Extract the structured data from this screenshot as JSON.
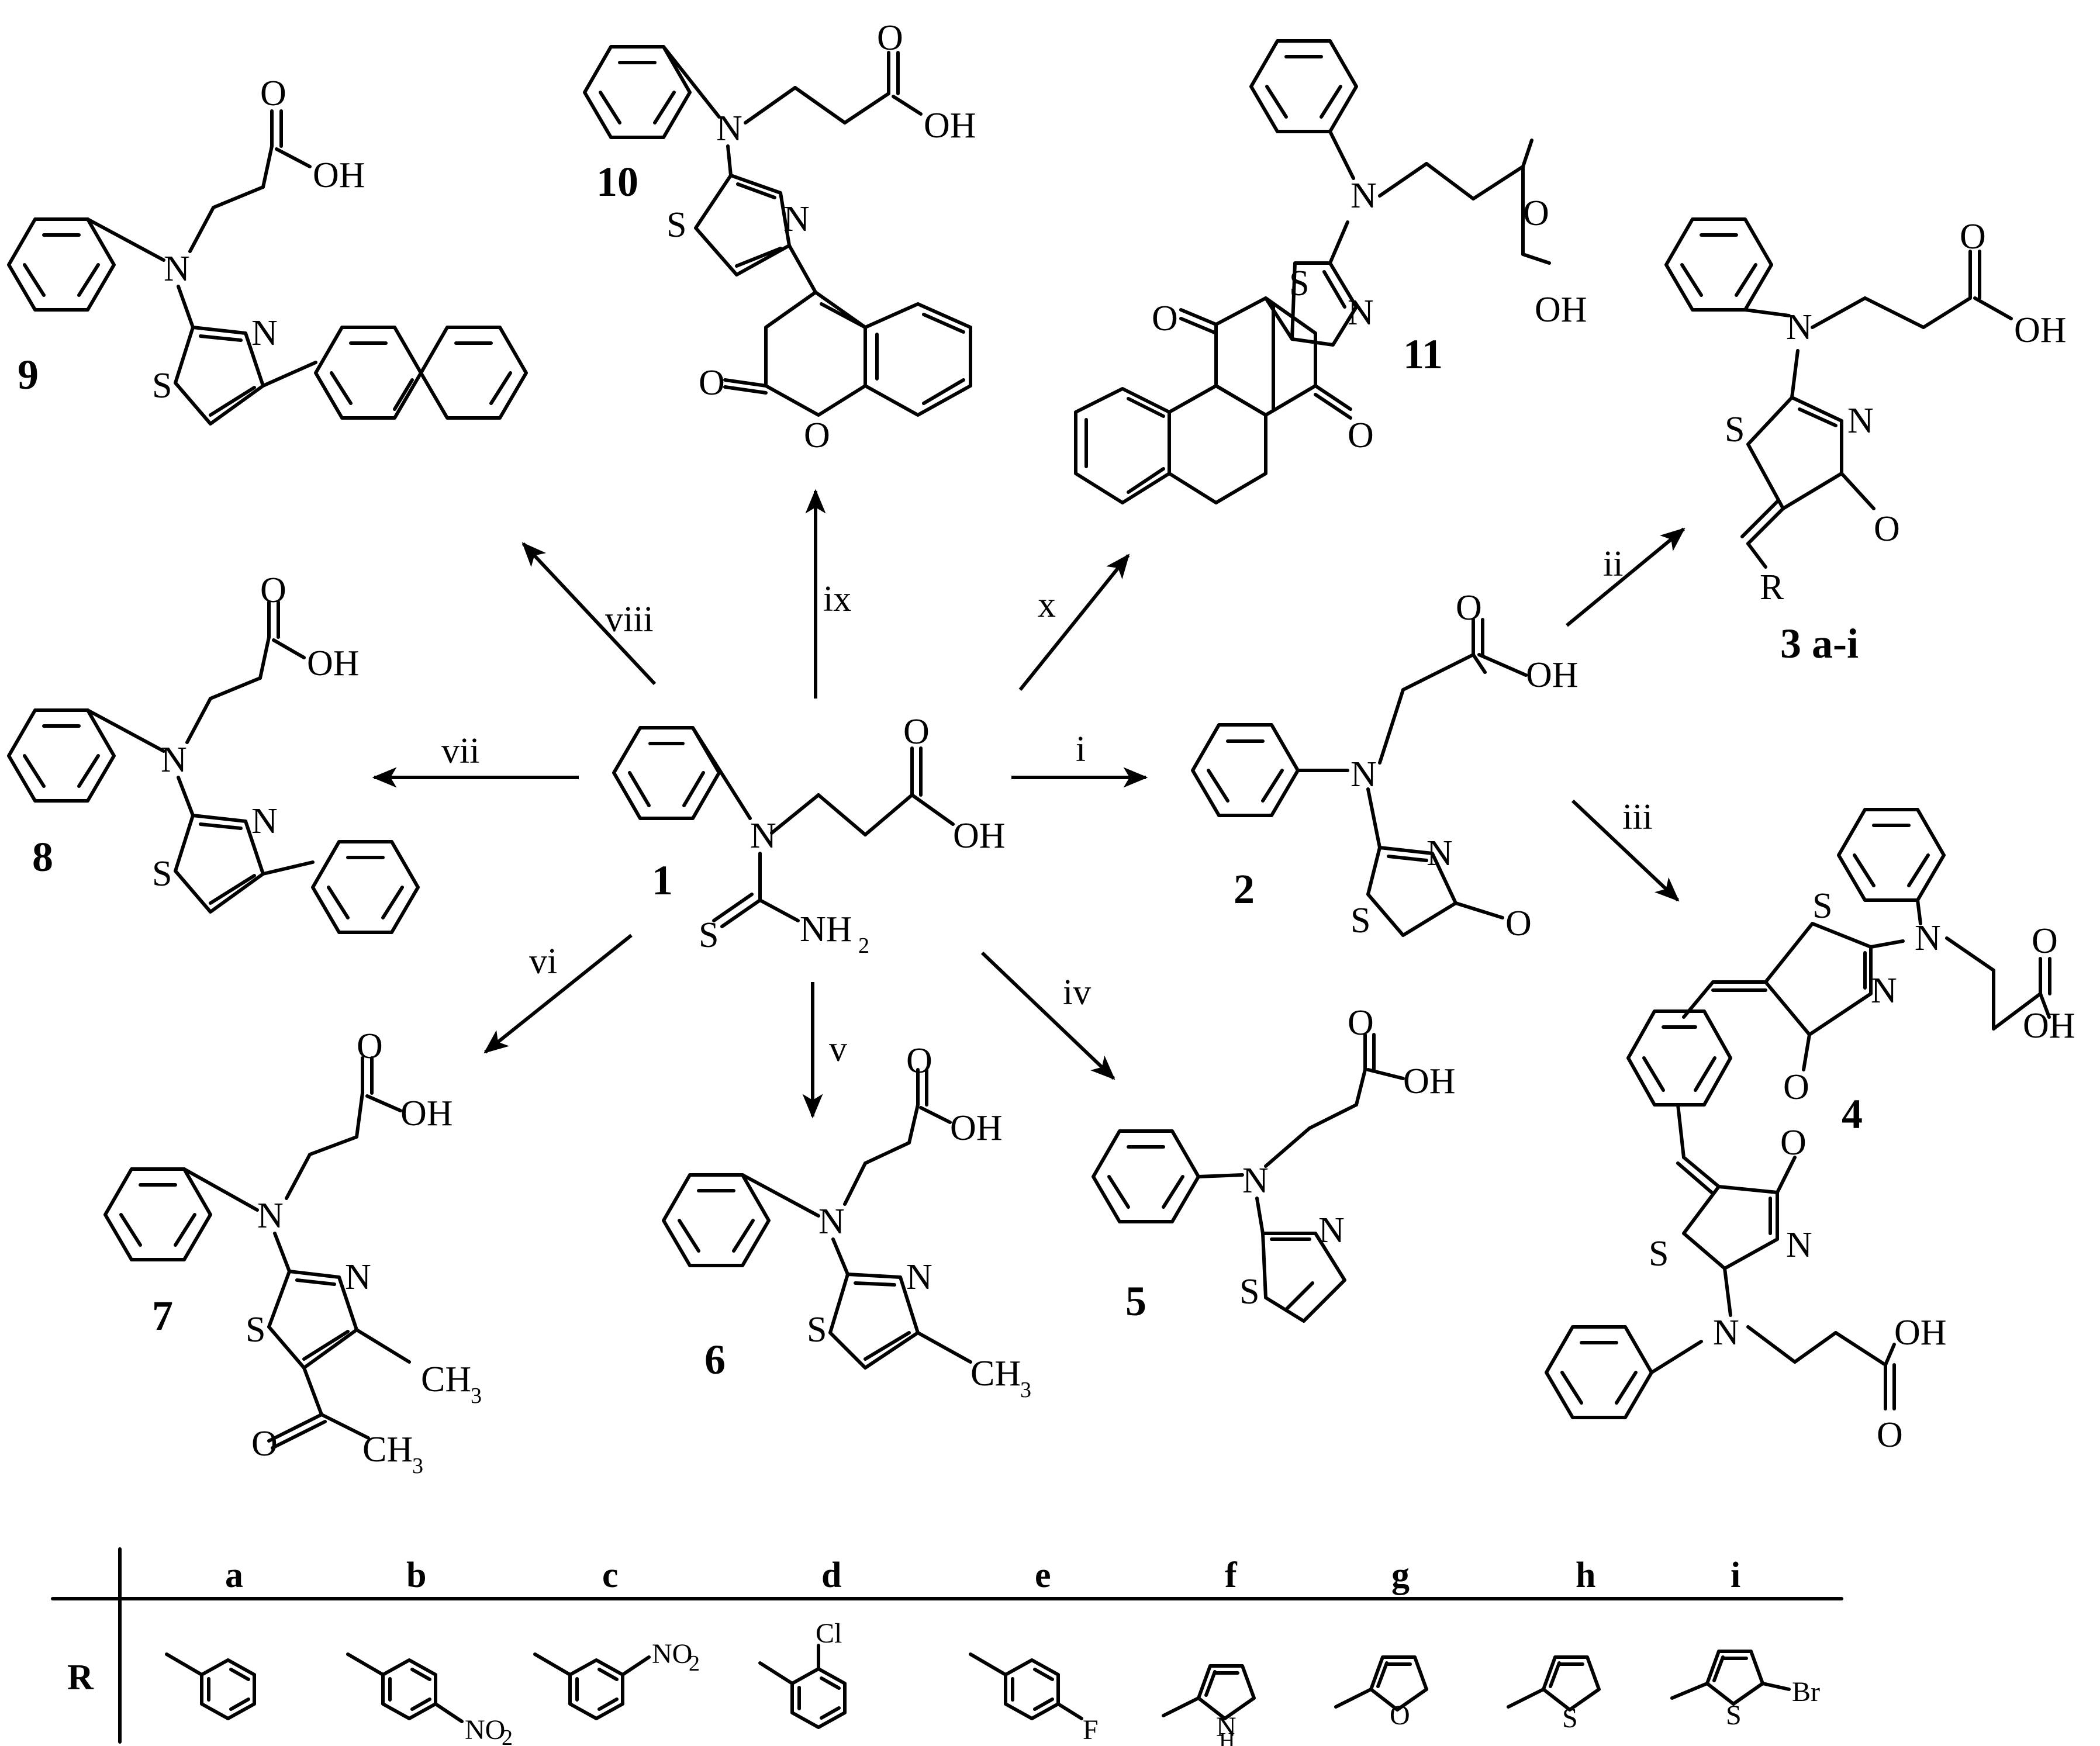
{
  "compounds": {
    "c1": "1",
    "c2": "2",
    "c3": "3 a-i",
    "c4": "4",
    "c5": "5",
    "c6": "6",
    "c7": "7",
    "c8": "8",
    "c9": "9",
    "c10": "10",
    "c11": "11"
  },
  "steps": {
    "i": "i",
    "ii": "ii",
    "iii": "iii",
    "iv": "iv",
    "v": "v",
    "vi": "vi",
    "vii": "vii",
    "viii": "viii",
    "ix": "ix",
    "x": "x"
  },
  "atoms": {
    "O": "O",
    "OH": "OH",
    "N": "N",
    "S": "S",
    "R": "R",
    "H": "H",
    "NH": "NH",
    "sub2": "2",
    "CH": "CH",
    "sub3": "3",
    "Cl": "Cl",
    "F": "F",
    "Br": "Br",
    "NO": "NO"
  },
  "table": {
    "row_label": "R",
    "headers": [
      "a",
      "b",
      "c",
      "d",
      "e",
      "f",
      "g",
      "h",
      "i"
    ]
  }
}
